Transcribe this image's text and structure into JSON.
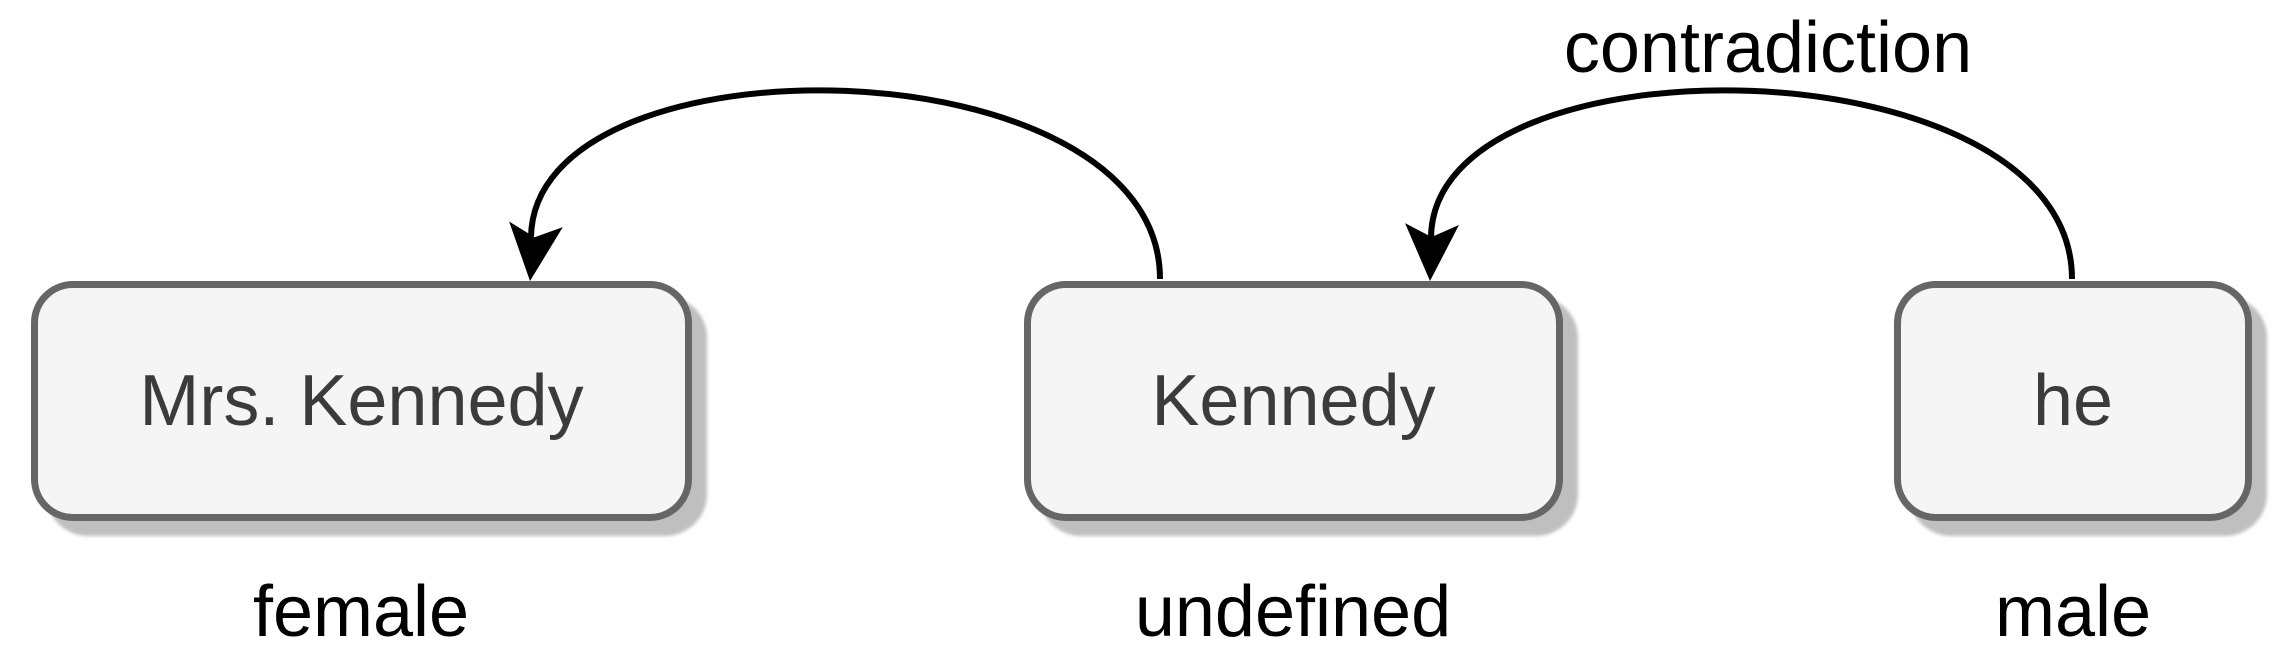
{
  "diagram": {
    "nodes": [
      {
        "text": "Mrs. Kennedy",
        "gender": "female"
      },
      {
        "text": "Kennedy",
        "gender": "undefined"
      },
      {
        "text": "he",
        "gender": "male"
      }
    ],
    "edges": [
      {
        "from": "Kennedy",
        "to": "Mrs. Kennedy",
        "label": ""
      },
      {
        "from": "he",
        "to": "Kennedy",
        "label": "contradiction"
      }
    ],
    "colors": {
      "node_fill": "#f5f5f5",
      "node_border": "#666666",
      "node_text": "#3b3b3b",
      "arrow": "#000000",
      "label_text": "#000000"
    }
  }
}
